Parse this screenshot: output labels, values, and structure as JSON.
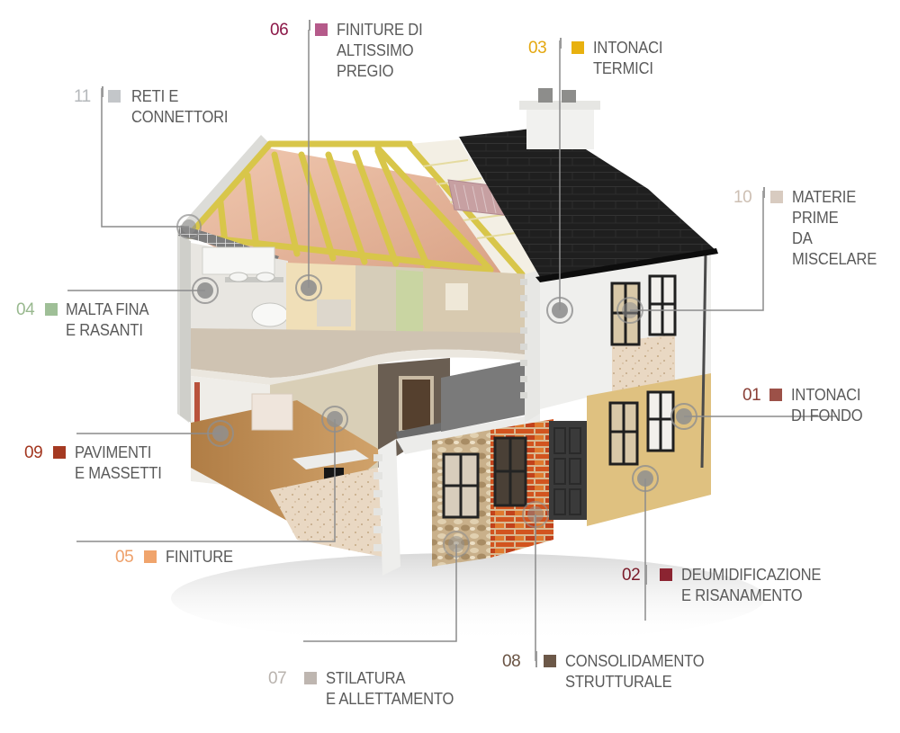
{
  "diagram": {
    "type": "house-cutaway-infographic",
    "subject": "Building materials applications in a house cross-section",
    "line_color": "#8c8c8c",
    "marker_color": "#8f8f8f"
  },
  "callouts": [
    {
      "id": "01",
      "number": "01",
      "lines": [
        "INTONACI",
        "DI FONDO"
      ],
      "color": "#9c5148",
      "num_color": "#8a3f36"
    },
    {
      "id": "02",
      "number": "02",
      "lines": [
        "DEUMIDIFICAZIONE",
        "E RISANAMENTO"
      ],
      "color": "#8b2431",
      "num_color": "#7b1c2a"
    },
    {
      "id": "03",
      "number": "03",
      "lines": [
        "INTONACI",
        "TERMICI"
      ],
      "color": "#e8b10f",
      "num_color": "#e4a811"
    },
    {
      "id": "04",
      "number": "04",
      "lines": [
        "MALTA FINA",
        "E RASANTI"
      ],
      "color": "#9fbf97",
      "num_color": "#99b98f"
    },
    {
      "id": "05",
      "number": "05",
      "lines": [
        "FINITURE"
      ],
      "color": "#f0a46c",
      "num_color": "#eea06a"
    },
    {
      "id": "06",
      "number": "06",
      "lines": [
        "FINITURE DI",
        "ALTISSIMO",
        "PREGIO"
      ],
      "color": "#b55a8a",
      "num_color": "#8c1848"
    },
    {
      "id": "07",
      "number": "07",
      "lines": [
        "STILATURA",
        "E ALLETTAMENTO"
      ],
      "color": "#beb6b0",
      "num_color": "#b9b3ae"
    },
    {
      "id": "08",
      "number": "08",
      "lines": [
        "CONSOLIDAMENTO",
        "STRUTTURALE"
      ],
      "color": "#6c5848",
      "num_color": "#6a5444"
    },
    {
      "id": "09",
      "number": "09",
      "lines": [
        "PAVIMENTI",
        "E MASSETTI"
      ],
      "color": "#a53a22",
      "num_color": "#a3361f"
    },
    {
      "id": "10",
      "number": "10",
      "lines": [
        "MATERIE",
        "PRIME",
        "DA",
        "MISCELARE"
      ],
      "color": "#d8cbc0",
      "num_color": "#cdbfb3"
    },
    {
      "id": "11",
      "number": "11",
      "lines": [
        "RETI E",
        "CONNETTORI"
      ],
      "color": "#c3c6c9",
      "num_color": "#b5b8bb"
    }
  ],
  "colors": {
    "roof_shingles": "#1c1c1c",
    "rafters": "#d8c64a",
    "insulation": "#e3b9a0",
    "wall_white": "#ecebe8",
    "render_ochre": "#dfc180",
    "brick": "#c8552a",
    "stone": "#c7ae88",
    "door": "#3a3a3a",
    "floor_wood": "#b88a50"
  }
}
